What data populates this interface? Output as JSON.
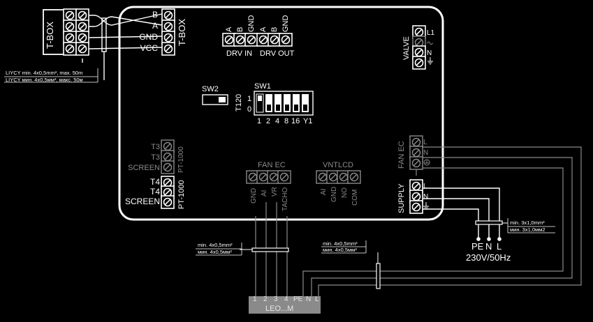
{
  "tbox": {
    "left_label": "T-BOX",
    "right_label": "T-BOX",
    "pins": [
      "B",
      "A",
      "GND",
      "VCC"
    ]
  },
  "cable_tbox": {
    "line1": "LIYCY min. 4x0,5mm², max. 50m",
    "line2": "LIYCY мин. 4x0,5мм², макс. 50м"
  },
  "drv": {
    "in_pins": [
      "A",
      "B",
      "GND"
    ],
    "out_pins": [
      "A",
      "B",
      "GND"
    ],
    "in_label": "DRV IN",
    "out_label": "DRV OUT"
  },
  "valve": {
    "label": "VALVE",
    "pins": [
      "L1",
      "",
      "N",
      ""
    ]
  },
  "sw2": {
    "label": "SW2",
    "sub_label": "T120"
  },
  "sw1": {
    "label": "SW1",
    "row_on": "1",
    "row_off": "0",
    "positions": [
      "1",
      "2",
      "4",
      "8",
      "16",
      "Y1"
    ]
  },
  "t3": {
    "pins": [
      "T3",
      "T3",
      "SCREEN"
    ],
    "label": "PT-1000"
  },
  "t4": {
    "pins": [
      "T4",
      "T4",
      "SCREEN"
    ],
    "label": "PT-1000"
  },
  "fan_ec_bottom": {
    "label": "FAN EC",
    "pins": [
      "GND",
      "AI",
      "VR",
      "TACHO"
    ]
  },
  "vntlcd": {
    "label": "VNTLCD",
    "pins": [
      "AI",
      "GND",
      "NO",
      "COM"
    ]
  },
  "fan_ec_right": {
    "label": "FAN EC",
    "pins": [
      "L",
      "N",
      ""
    ]
  },
  "supply": {
    "label": "SUPPLY",
    "pins": [
      "L",
      "N",
      ""
    ]
  },
  "cable_fan": {
    "line1": "min. 4x0,5mm²",
    "line2": "мин. 4x0,5мм²"
  },
  "cable_leo": {
    "line1": "min. 4x0,5mm²",
    "line2": "мин. 4x0,5мм²"
  },
  "cable_supply": {
    "line1": "min. 3x1,0mm²",
    "line2": "мин. 3x1,0мм2"
  },
  "power": {
    "terminals": [
      "PE",
      "N",
      "L"
    ],
    "rating": "230V/50Hz"
  },
  "leo": {
    "label": "LEO...M",
    "pins": [
      "1",
      "2",
      "3",
      "4",
      "PE",
      "N",
      "L"
    ]
  },
  "colors": {
    "background": "#000000",
    "line": "#ffffff",
    "inactive": "#8a8a8a"
  }
}
